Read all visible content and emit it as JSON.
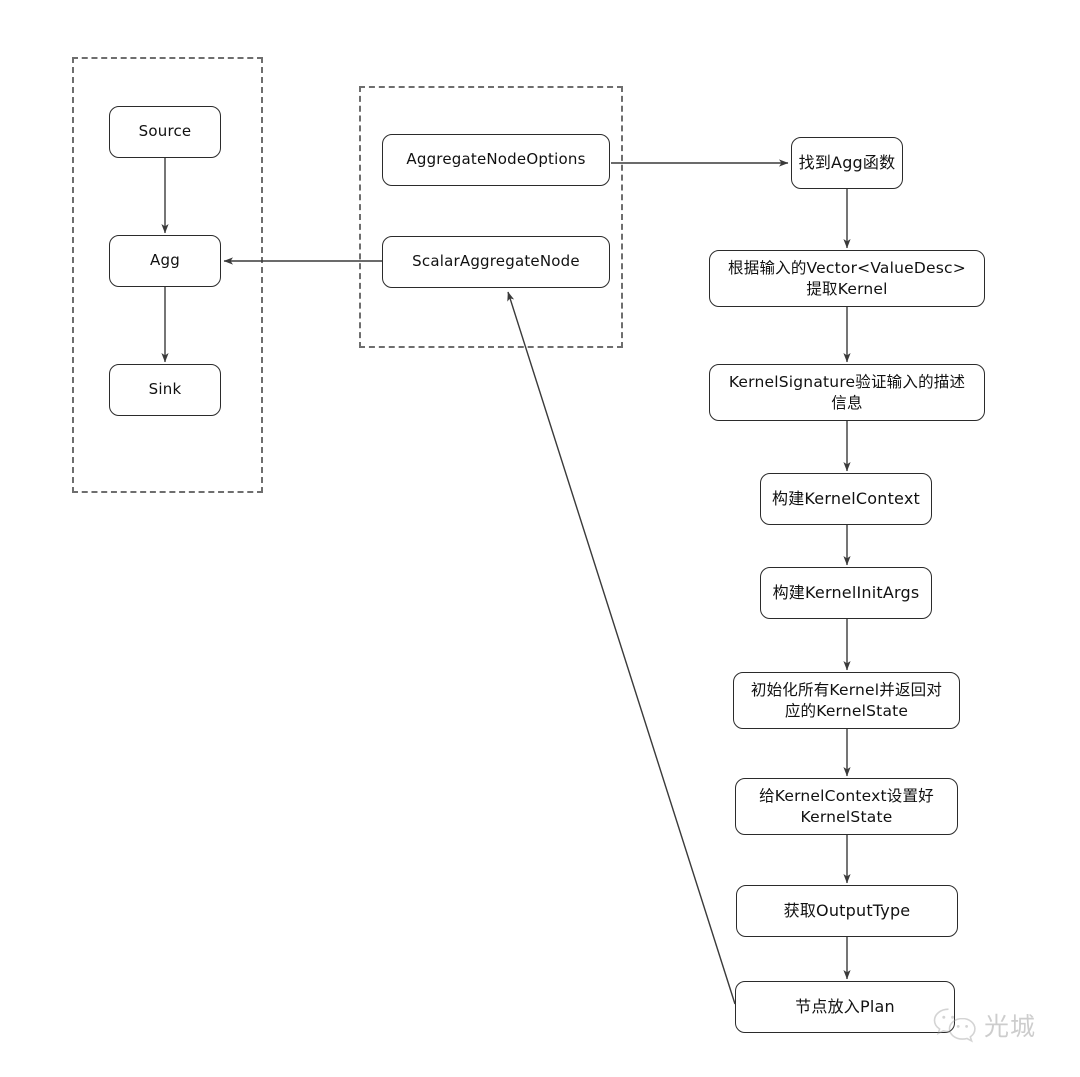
{
  "diagram": {
    "type": "flowchart",
    "title": "",
    "background_color": "#ffffff",
    "node_border_color": "#2b2b2b",
    "group_border_color": "#6e6e6e",
    "edge_color": "#3a3a3a"
  },
  "groups": [
    {
      "id": "exec-plan-group",
      "label": ""
    },
    {
      "id": "node-options-group",
      "label": ""
    }
  ],
  "left_pipeline": {
    "nodes": [
      {
        "id": "source",
        "label": "Source"
      },
      {
        "id": "agg",
        "label": "Agg"
      },
      {
        "id": "sink",
        "label": "Sink"
      }
    ]
  },
  "middle_group": {
    "nodes": [
      {
        "id": "aggregate-node-options",
        "label": "AggregateNodeOptions"
      },
      {
        "id": "scalar-aggregate-node",
        "label": "ScalarAggregateNode"
      }
    ]
  },
  "right_flow": {
    "nodes": [
      {
        "id": "find-agg-func",
        "lines": [
          "找到Agg函数"
        ]
      },
      {
        "id": "extract-kernel",
        "lines": [
          "根据输入的Vector<ValueDesc>",
          "提取Kernel"
        ]
      },
      {
        "id": "kernel-signature-validate",
        "lines": [
          "KernelSignature验证输入的描述",
          "信息"
        ]
      },
      {
        "id": "build-kernel-context",
        "lines": [
          "构建KernelContext"
        ]
      },
      {
        "id": "build-kernel-init-args",
        "lines": [
          "构建KernelInitArgs"
        ]
      },
      {
        "id": "init-all-kernels",
        "lines": [
          "初始化所有Kernel并返回对",
          "应的KernelState"
        ]
      },
      {
        "id": "set-kernel-state",
        "lines": [
          "给KernelContext设置好",
          "KernelState"
        ]
      },
      {
        "id": "get-output-type",
        "lines": [
          "获取OutputType"
        ]
      },
      {
        "id": "put-node-into-plan",
        "lines": [
          "节点放入Plan"
        ]
      }
    ]
  },
  "edges": [
    {
      "from": "source",
      "to": "agg"
    },
    {
      "from": "agg",
      "to": "sink"
    },
    {
      "from": "scalar-aggregate-node",
      "to": "agg"
    },
    {
      "from": "aggregate-node-options",
      "to": "find-agg-func"
    },
    {
      "from": "find-agg-func",
      "to": "extract-kernel"
    },
    {
      "from": "extract-kernel",
      "to": "kernel-signature-validate"
    },
    {
      "from": "kernel-signature-validate",
      "to": "build-kernel-context"
    },
    {
      "from": "build-kernel-context",
      "to": "build-kernel-init-args"
    },
    {
      "from": "build-kernel-init-args",
      "to": "init-all-kernels"
    },
    {
      "from": "init-all-kernels",
      "to": "set-kernel-state"
    },
    {
      "from": "set-kernel-state",
      "to": "get-output-type"
    },
    {
      "from": "get-output-type",
      "to": "put-node-into-plan"
    },
    {
      "from": "put-node-into-plan",
      "to": "scalar-aggregate-node"
    }
  ],
  "watermark": {
    "icon": "wechat-icon",
    "text": "光城"
  }
}
